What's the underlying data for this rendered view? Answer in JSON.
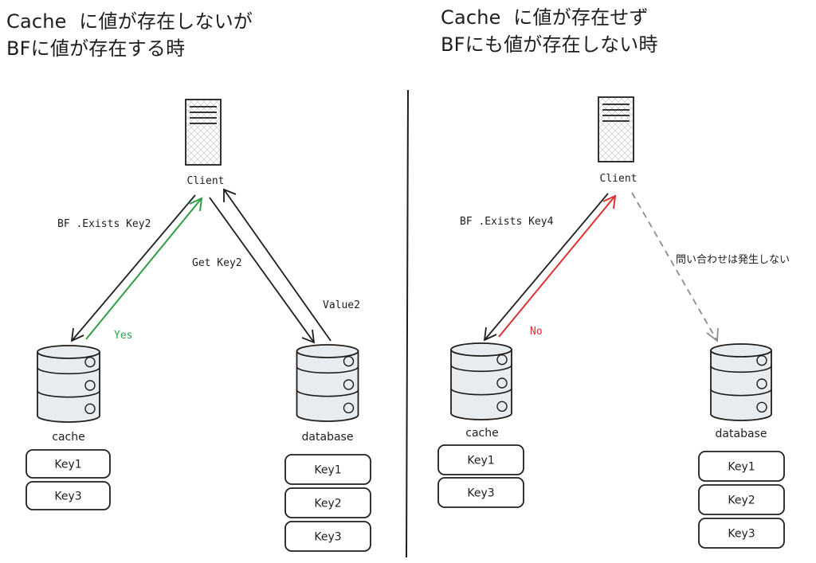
{
  "panels": [
    {
      "id": "left",
      "title_lines": [
        "Cache  に値が存在しないが",
        "BFに値が存在する時"
      ],
      "client_label": "Client",
      "arrows": {
        "bf_request_label": "BF .Exists Key2",
        "bf_response_label": "Yes",
        "bf_response_color": "#2f9e44",
        "db_request_label": "Get Key2",
        "db_response_label": "Value2"
      },
      "cache": {
        "label": "cache",
        "keys": [
          "Key1",
          "Key3"
        ]
      },
      "database": {
        "label": "database",
        "keys": [
          "Key1",
          "Key2",
          "Key3"
        ]
      }
    },
    {
      "id": "right",
      "title_lines": [
        "Cache  に値が存在せず",
        "BFにも値が存在しない時"
      ],
      "client_label": "Client",
      "arrows": {
        "bf_request_label": "BF .Exists Key4",
        "bf_response_label": "No",
        "bf_response_color": "#e03131",
        "db_request_label": "問い合わせは発生しない"
      },
      "cache": {
        "label": "cache",
        "keys": [
          "Key1",
          "Key3"
        ]
      },
      "database": {
        "label": "database",
        "keys": [
          "Key1",
          "Key2",
          "Key3"
        ]
      }
    }
  ],
  "colors": {
    "stroke": "#1e1e1e",
    "cylinder_fill": "#e9ecef",
    "dashed_arrow": "#868e96"
  }
}
